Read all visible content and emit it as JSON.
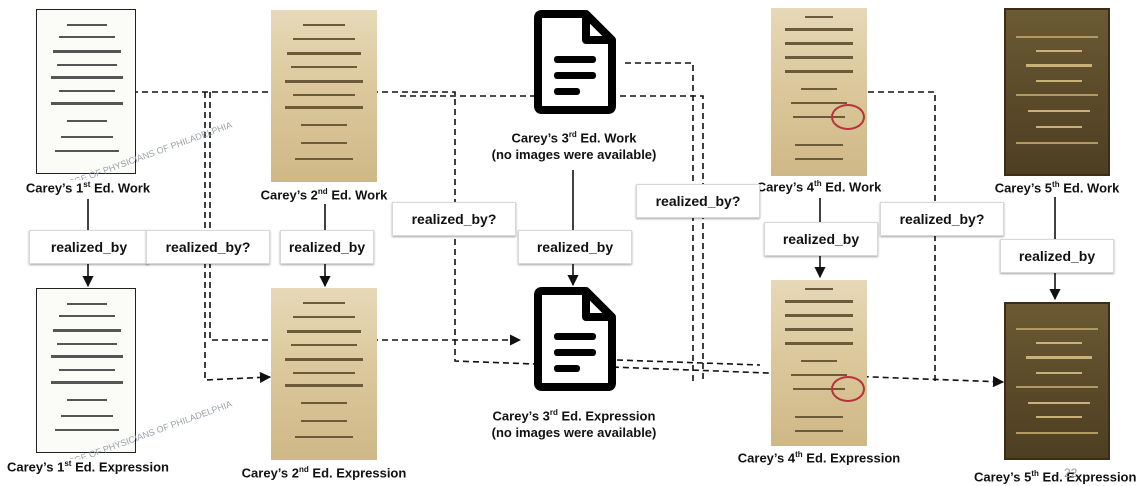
{
  "nodes": {
    "e1_work": {
      "pre": "Carey’s 1",
      "sup": "st",
      "post": " Ed. Work"
    },
    "e1_expr": {
      "pre": "Carey’s 1",
      "sup": "st",
      "post": " Ed. Expression"
    },
    "e2_work": {
      "pre": "Carey’s 2",
      "sup": "nd",
      "post": " Ed. Work"
    },
    "e2_expr": {
      "pre": "Carey’s 2",
      "sup": "nd",
      "post": " Ed. Expression"
    },
    "e3_work": {
      "pre": "Carey’s 3",
      "sup": "rd",
      "post": " Ed. Work",
      "note": "(no images were available)"
    },
    "e3_expr": {
      "pre": "Carey’s 3",
      "sup": "rd",
      "post": " Ed. Expression",
      "note": "(no images were available)"
    },
    "e4_work": {
      "pre": "Carey’s 4",
      "sup": "th",
      "post": " Ed. Work"
    },
    "e4_expr": {
      "pre": "Carey’s 4",
      "sup": "th",
      "post": " Ed. Expression"
    },
    "e5_work": {
      "pre": "Carey’s 5",
      "sup": "th",
      "post": " Ed. Work"
    },
    "e5_expr": {
      "pre": "Carey’s 5",
      "sup": "th",
      "post": " Ed. Expression"
    }
  },
  "edge_labels": {
    "realized_by": "realized_by",
    "realized_by_q": "realized_by?"
  },
  "page_number": "22",
  "watermark": "COLLEGE OF PHYSICIANS OF PHILADELPHIA",
  "icons": {
    "document": "document-icon"
  },
  "colors": {
    "edge": "#111111",
    "aged_paper": "#d8c59a",
    "brown_cover": "#5c4b2a",
    "stamp": "#b8323c"
  }
}
